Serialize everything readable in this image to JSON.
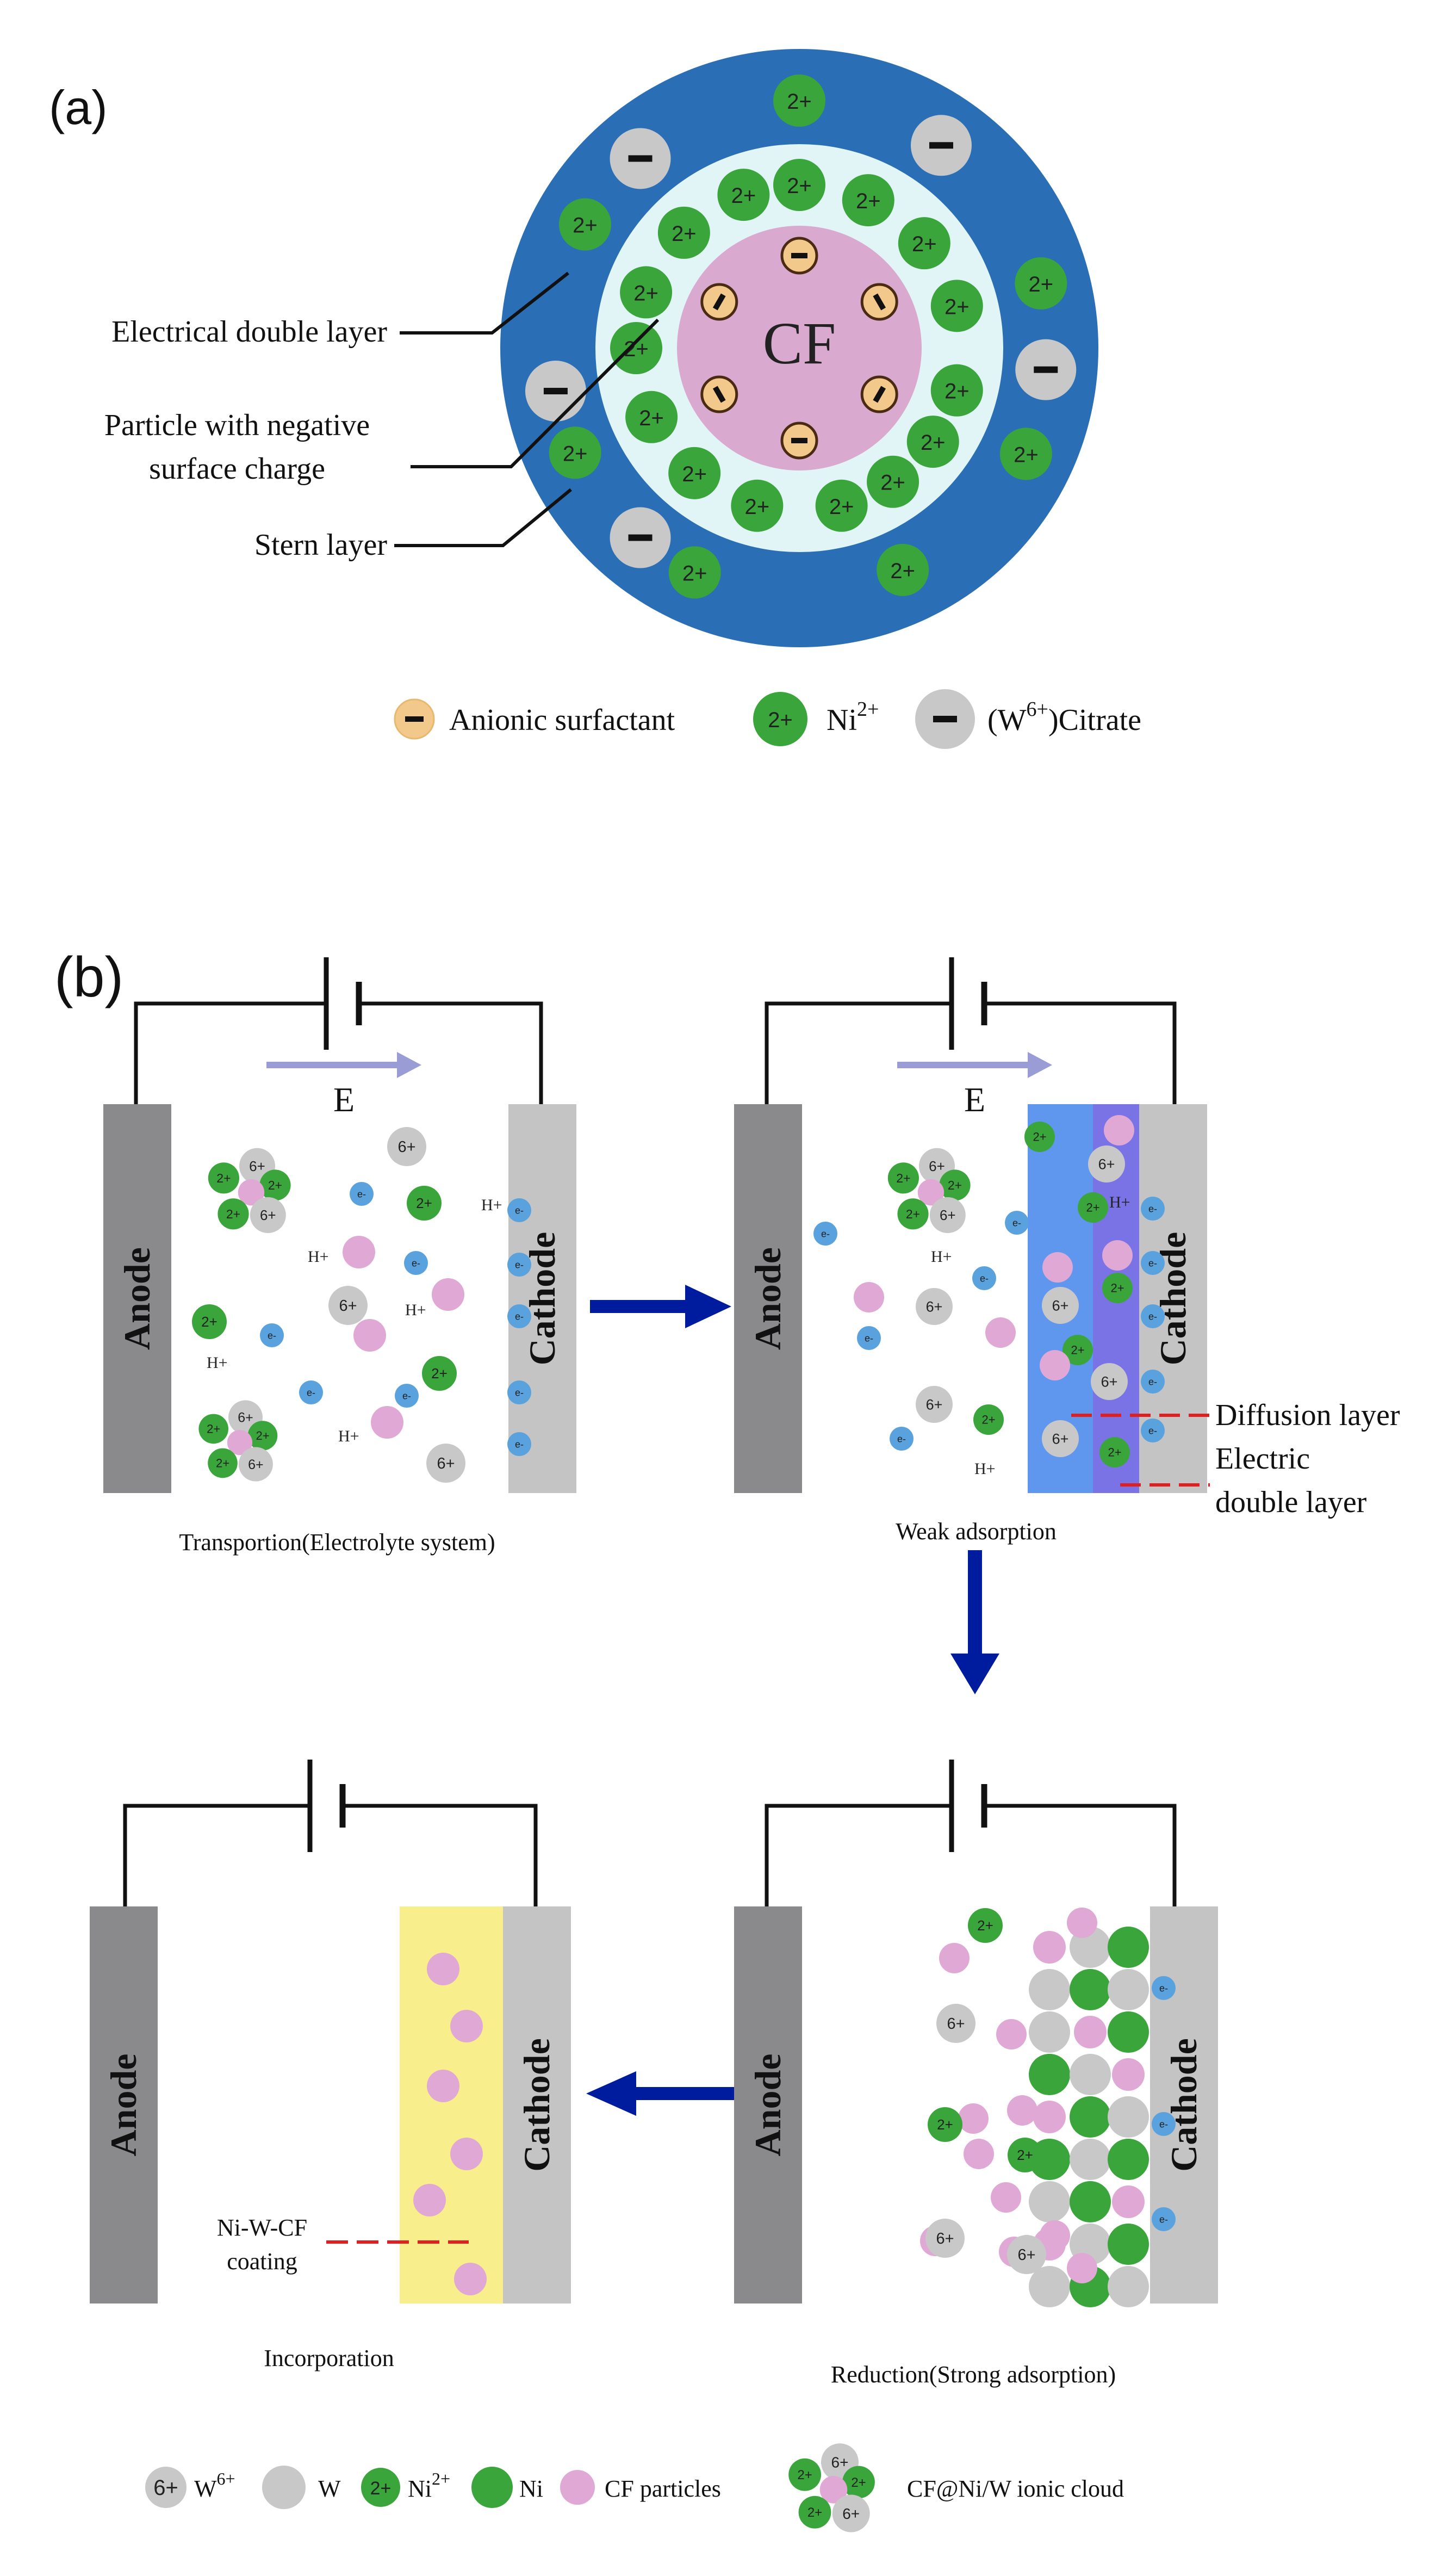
{
  "panel_a": {
    "label": "(a)",
    "core_label": "CF",
    "callouts": {
      "edl": "Electrical double layer",
      "particle_line1": "Particle with negative",
      "particle_line2": "surface charge",
      "stern": "Stern layer"
    },
    "ion_labels": {
      "ni": "2+",
      "citrate": "−",
      "surfactant": "−"
    },
    "legend": {
      "surfactant": "Anionic surfactant",
      "ni_base": "Ni",
      "ni_sup": "2+",
      "cit_open": "(W",
      "cit_sup": "6+",
      "cit_close": ")Citrate"
    }
  },
  "panel_b": {
    "label": "(b)",
    "anode": "Anode",
    "cathode": "Cathode",
    "field": "E",
    "ion_labels": {
      "ni": "2+",
      "w": "6+",
      "e": "e-",
      "h": "H+"
    },
    "captions": {
      "transport": "Transportion(Electrolyte system)",
      "weak": "Weak adsorption",
      "reduction": "Reduction(Strong adsorption)",
      "incorporation": "Incorporation"
    },
    "annotations": {
      "diffusion": "Diffusion layer",
      "edl_line1": "Electric",
      "edl_line2": "double layer",
      "coating_line1": "Ni-W-CF",
      "coating_line2": "coating"
    },
    "legend": {
      "w_ion_badge": "6+",
      "w_ion_base": "W",
      "w_ion_sup": "6+",
      "w": "W",
      "ni_ion_badge": "2+",
      "ni_ion_base": "Ni",
      "ni_ion_sup": "2+",
      "ni": "Ni",
      "cf": "CF particles",
      "cloud": "CF@Ni/W ionic cloud"
    }
  },
  "colors": {
    "blue_ring": "#2a6fb6",
    "light_ring": "#e2f5f6",
    "core": "#d9a9d0",
    "ni": "#3aa53a",
    "w": "#c8c8c8",
    "cf": "#e0a8d4",
    "electron": "#5aa2dd",
    "surfactant": "#f3c98b",
    "anode": "#8a8a8c",
    "cathode": "#c4c4c4",
    "arrow": "#001c9e",
    "field": "#9a9cd6",
    "coating": "#f8ef8c",
    "diffusion_band": "#5f97ee",
    "edl_band": "#7a73e6",
    "dash": "#e02020"
  }
}
